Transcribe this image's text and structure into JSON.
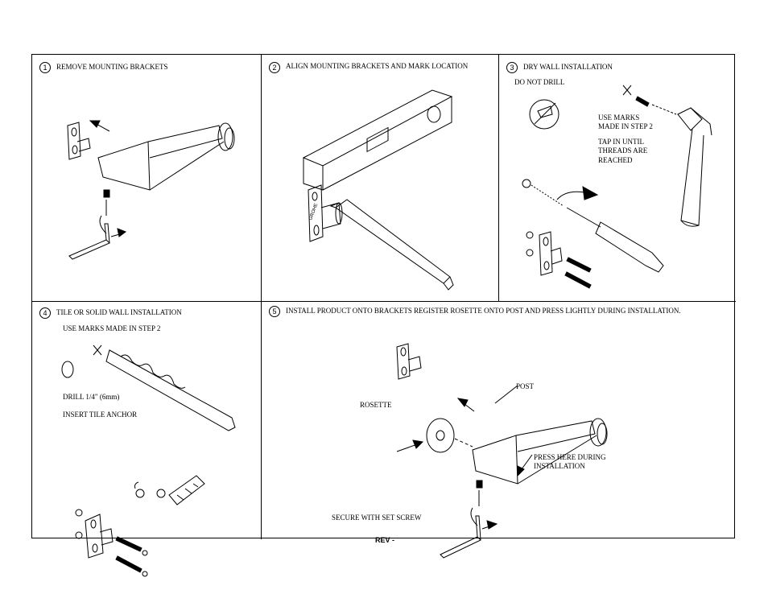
{
  "steps": [
    {
      "number": "1",
      "title": "REMOVE MOUNTING BRACKETS"
    },
    {
      "number": "2",
      "title": "ALIGN MOUNTING BRACKETS AND MARK LOCATION"
    },
    {
      "number": "3",
      "title": "DRY WALL INSTALLATION",
      "notes": {
        "do_not_drill": "DO NOT DRILL",
        "use_marks_1": "USE MARKS",
        "use_marks_2": "MADE IN STEP 2",
        "tap_1": "TAP IN UNTIL",
        "tap_2": "THREADS ARE",
        "tap_3": " REACHED"
      }
    },
    {
      "number": "4",
      "title": "TILE OR SOLID WALL INSTALLATION",
      "notes": {
        "use_marks": "USE MARKS MADE IN STEP 2",
        "drill": "DRILL 1/4\" (6mm)",
        "anchor": "INSERT TILE ANCHOR"
      }
    },
    {
      "number": "5",
      "title": "INSTALL PRODUCT ONTO BRACKETS REGISTER ROSETTE ONTO POST AND PRESS LIGHTLY DURING INSTALLATION.",
      "notes": {
        "post": "POST",
        "rosette": "ROSETTE",
        "press_1": "PRESS HERE DURING",
        "press_2": "INSTALLATION",
        "secure": "SECURE WITH SET SCREW"
      }
    }
  ],
  "footer": {
    "rev": "REV -"
  }
}
